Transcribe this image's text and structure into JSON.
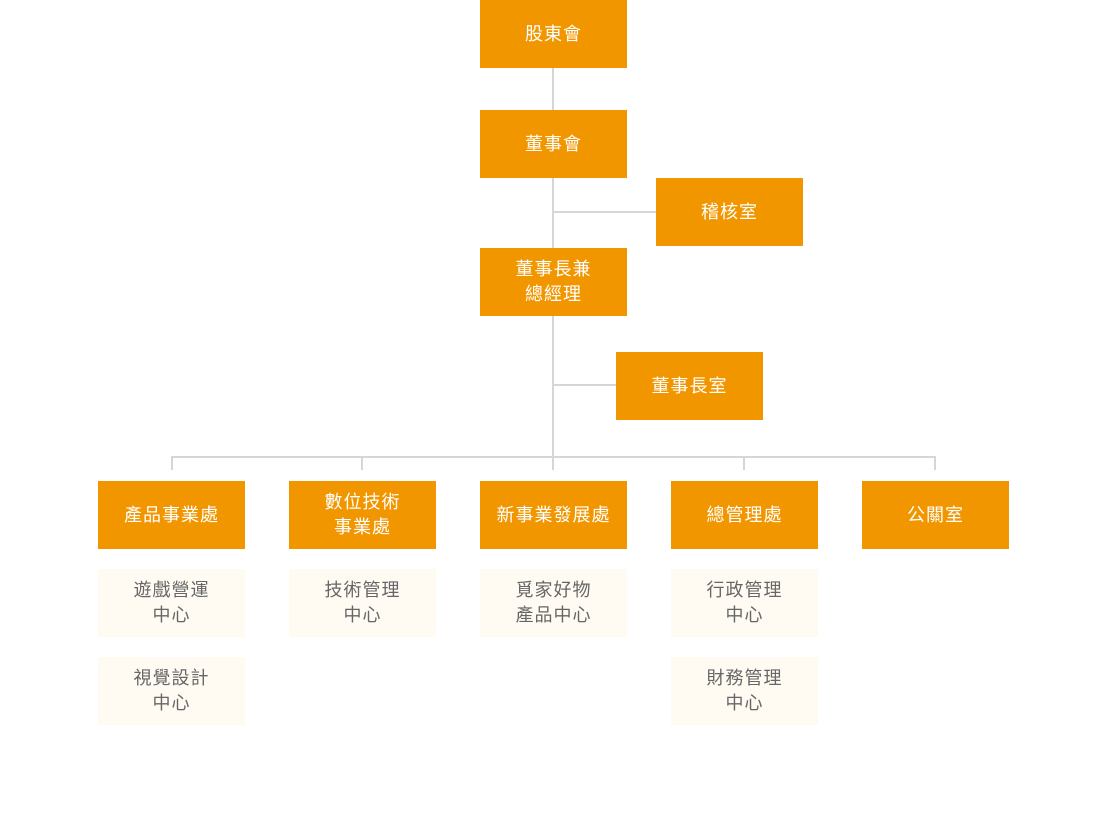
{
  "colors": {
    "primary_box": "#f29600",
    "primary_text": "#ffffff",
    "sub_box": "#fffbf3",
    "sub_text": "#666666",
    "connector": "#d6d6d6"
  },
  "top": {
    "shareholders": "股東會",
    "board": "董事會",
    "audit": "稽核室",
    "chairman_gm": "董事長兼\n總經理",
    "chairman_office": "董事長室"
  },
  "divisions": [
    {
      "label": "產品事業處",
      "units": [
        "遊戲營運\n中心",
        "視覺設計\n中心"
      ]
    },
    {
      "label": "數位技術\n事業處",
      "units": [
        "技術管理\n中心"
      ]
    },
    {
      "label": "新事業發展處",
      "units": [
        "覓家好物\n產品中心"
      ]
    },
    {
      "label": "總管理處",
      "units": [
        "行政管理\n中心",
        "財務管理\n中心"
      ]
    },
    {
      "label": "公關室",
      "units": []
    }
  ]
}
